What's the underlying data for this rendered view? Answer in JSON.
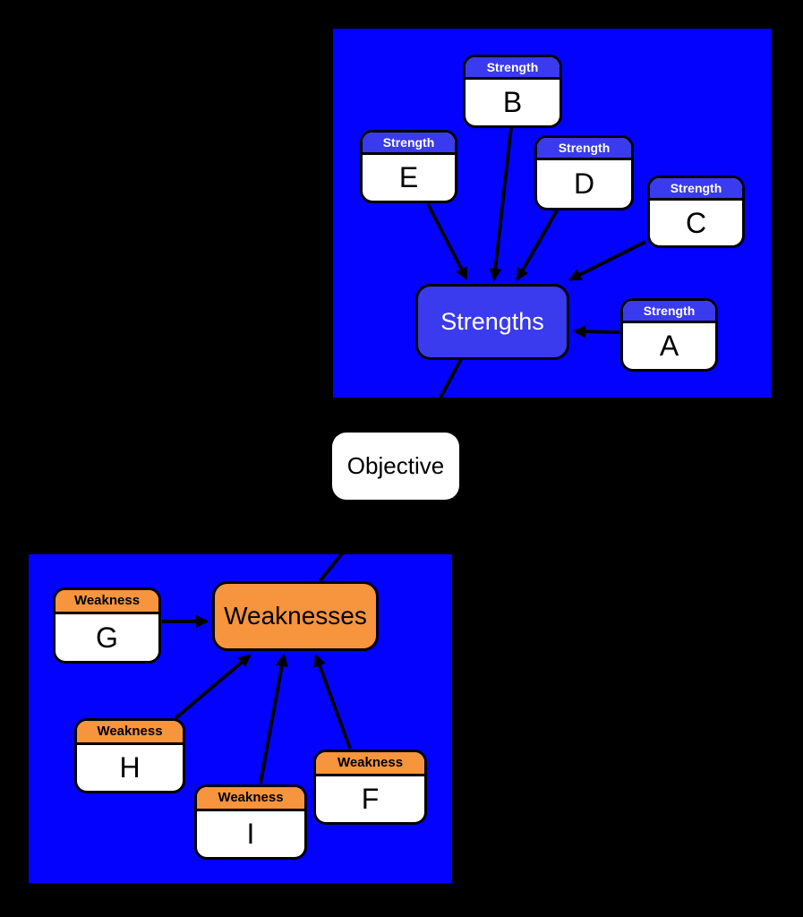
{
  "colors": {
    "background": "#000000",
    "panel_blue": "#0202FE",
    "strength_accent": "#3A3AEE",
    "weakness_accent": "#F7943E",
    "card_body": "#FFFFFF",
    "connector": "#000000"
  },
  "objective": {
    "label": "Objective"
  },
  "strengths": {
    "hub_label": "Strengths",
    "cards": [
      {
        "header": "Strength",
        "letter": "B"
      },
      {
        "header": "Strength",
        "letter": "E"
      },
      {
        "header": "Strength",
        "letter": "D"
      },
      {
        "header": "Strength",
        "letter": "C"
      },
      {
        "header": "Strength",
        "letter": "A"
      }
    ]
  },
  "weaknesses": {
    "hub_label": "Weaknesses",
    "cards": [
      {
        "header": "Weakness",
        "letter": "G"
      },
      {
        "header": "Weakness",
        "letter": "H"
      },
      {
        "header": "Weakness",
        "letter": "I"
      },
      {
        "header": "Weakness",
        "letter": "F"
      }
    ]
  }
}
